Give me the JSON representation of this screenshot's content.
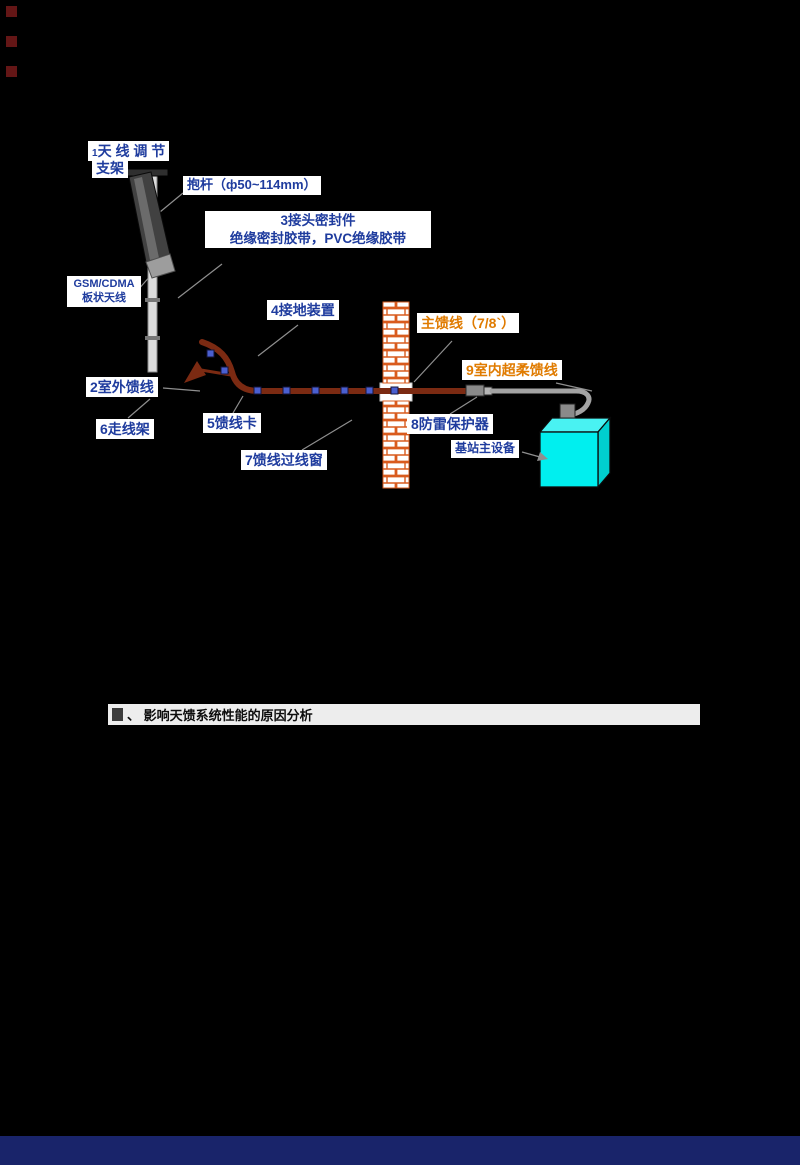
{
  "colors": {
    "label_blue": "#1f3c9e",
    "accent_orange": "#e07b00",
    "wall_brick_orange": "#d95b1e",
    "cable_dark_red": "#7b2a12",
    "clamp_blue": "#4a5fd0",
    "equipment_cyan": "#00efef",
    "bottom_bar_navy": "#19246a",
    "background": "#000000"
  },
  "diagram": {
    "labels": {
      "mount_bracket": {
        "num": "1",
        "line1": "天 线 调 节",
        "line2": "支架"
      },
      "pole": {
        "text": "抱杆（ф50~114mm）"
      },
      "sealing": {
        "line1": "3接头密封件",
        "line2": "绝缘密封胶带，PVC绝缘胶带"
      },
      "panel_antenna": {
        "line1": "GSM/CDMA",
        "line2": "板状天线"
      },
      "grounding": {
        "text": "4接地装置"
      },
      "outdoor_feeder": {
        "text": "2室外馈线"
      },
      "cable_tray": {
        "text": "6走线架"
      },
      "feeder_clamp": {
        "text": "5馈线卡"
      },
      "feeder_window": {
        "text": "7馈线过线窗"
      },
      "main_feeder": {
        "text": "主馈线（7/8`）"
      },
      "indoor_feeder": {
        "text": "9室内超柔馈线"
      },
      "arrester": {
        "text": "8防雷保护器"
      },
      "bts_equipment": {
        "text": "基站主设备"
      }
    }
  },
  "section": {
    "heading": "、 影响天馈系统性能的原因分析"
  }
}
